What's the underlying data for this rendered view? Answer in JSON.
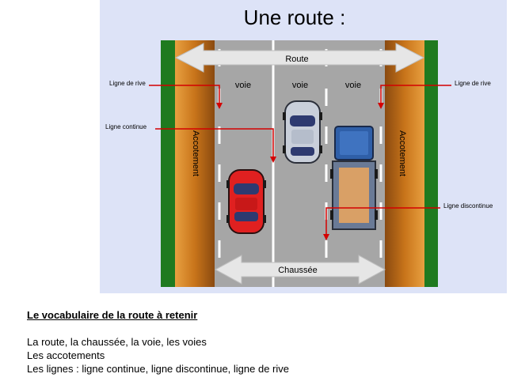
{
  "title": "Une route :",
  "labels": {
    "route": "Route",
    "chaussee": "Chaussée",
    "voie_left": "voie",
    "voie_middle": "voie",
    "voie_right": "voie",
    "accotement_left": "Accotement",
    "accotement_right": "Accotement",
    "ligne_de_rive_left": "Ligne de rive",
    "ligne_de_rive_right": "Ligne de rive",
    "ligne_continue": "Ligne continue",
    "ligne_discontinue": "Ligne discontinue"
  },
  "caption": {
    "heading": "Le vocabulaire de la route à  retenir",
    "lines": [
      "La route, la chaussée, la voie, les voies",
      "Les accotements",
      "Les lignes : ligne continue, ligne discontinue, ligne de rive"
    ]
  },
  "colors": {
    "panel": "#dde3f7",
    "grass": "#1f7a1f",
    "shoulder": "#c8741a",
    "asphalt": "#a6a6a6",
    "marking": "#ffffff",
    "arrow": "#e6e6e6",
    "pointer": "#d40000",
    "red_car": "#e02020",
    "grey_car": "#c9cfda",
    "truck_cab": "#2f5fa8",
    "truck_bed": "#d9a066"
  }
}
